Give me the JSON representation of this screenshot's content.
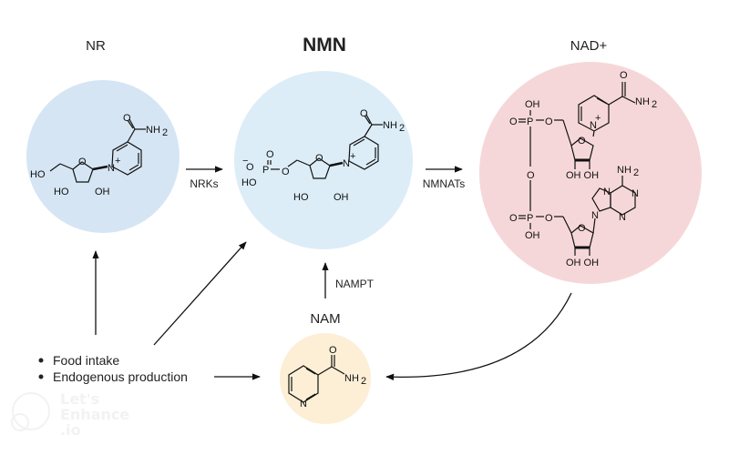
{
  "molecules": {
    "nr": {
      "name": "NR",
      "color": "#d5e5f3"
    },
    "nmn": {
      "name": "NMN",
      "color": "#dcedf7"
    },
    "nad": {
      "name": "NAD+",
      "color": "#f6d7d9"
    },
    "nam": {
      "name": "NAM",
      "color": "#fcefd6"
    }
  },
  "enzymes": {
    "nr_to_nmn": "NRKs",
    "nmn_to_nad": "NMNATs",
    "nam_to_nmn": "NAMPT"
  },
  "sources": [
    "Food intake",
    "Endogenous production"
  ],
  "chem_labels": {
    "nh2": "NH",
    "sub2": "2",
    "o": "O",
    "n": "N",
    "ho": "HO",
    "oh": "OH",
    "p": "P",
    "plus": "+",
    "minus": "−",
    "ohoh": "OH OH"
  },
  "watermark": {
    "line1": "Let's",
    "line2": "Enhance",
    "line3": ".io"
  }
}
